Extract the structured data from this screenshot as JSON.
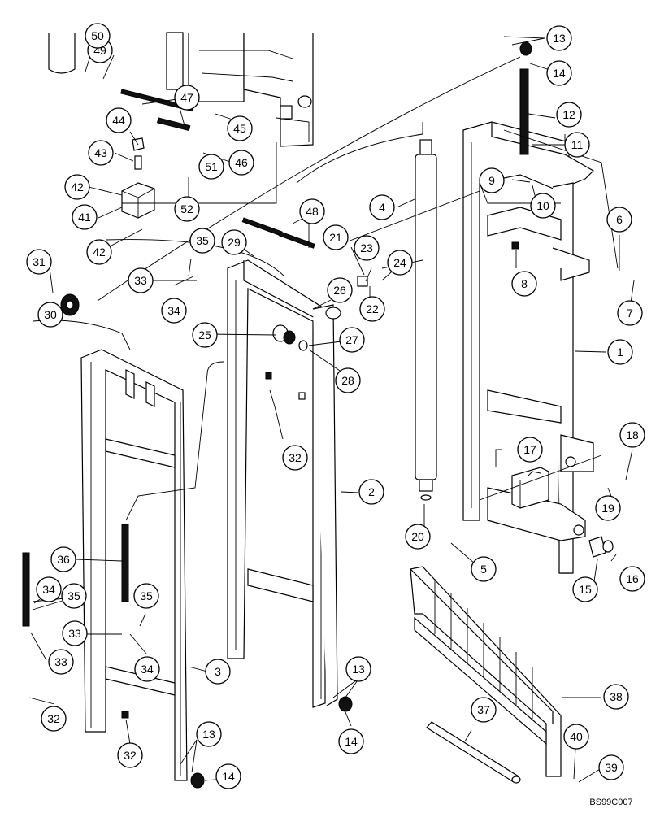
{
  "diagram": {
    "reference_code": "BS99C007",
    "callouts": [
      {
        "n": "1"
      },
      {
        "n": "2"
      },
      {
        "n": "3"
      },
      {
        "n": "4"
      },
      {
        "n": "5"
      },
      {
        "n": "6"
      },
      {
        "n": "7"
      },
      {
        "n": "8"
      },
      {
        "n": "9"
      },
      {
        "n": "10"
      },
      {
        "n": "11"
      },
      {
        "n": "12"
      },
      {
        "n": "13"
      },
      {
        "n": "13"
      },
      {
        "n": "13"
      },
      {
        "n": "14"
      },
      {
        "n": "14"
      },
      {
        "n": "14"
      },
      {
        "n": "15"
      },
      {
        "n": "16"
      },
      {
        "n": "17"
      },
      {
        "n": "18"
      },
      {
        "n": "19"
      },
      {
        "n": "20"
      },
      {
        "n": "21"
      },
      {
        "n": "22"
      },
      {
        "n": "23"
      },
      {
        "n": "24"
      },
      {
        "n": "25"
      },
      {
        "n": "26"
      },
      {
        "n": "27"
      },
      {
        "n": "28"
      },
      {
        "n": "29"
      },
      {
        "n": "30"
      },
      {
        "n": "31"
      },
      {
        "n": "32"
      },
      {
        "n": "32"
      },
      {
        "n": "32"
      },
      {
        "n": "33"
      },
      {
        "n": "33"
      },
      {
        "n": "33"
      },
      {
        "n": "34"
      },
      {
        "n": "34"
      },
      {
        "n": "34"
      },
      {
        "n": "35"
      },
      {
        "n": "35"
      },
      {
        "n": "35"
      },
      {
        "n": "36"
      },
      {
        "n": "37"
      },
      {
        "n": "38"
      },
      {
        "n": "39"
      },
      {
        "n": "40"
      },
      {
        "n": "41"
      },
      {
        "n": "42"
      },
      {
        "n": "42"
      },
      {
        "n": "43"
      },
      {
        "n": "44"
      },
      {
        "n": "45"
      },
      {
        "n": "46"
      },
      {
        "n": "47"
      },
      {
        "n": "48"
      },
      {
        "n": "49"
      },
      {
        "n": "50"
      },
      {
        "n": "51"
      },
      {
        "n": "52"
      }
    ]
  }
}
